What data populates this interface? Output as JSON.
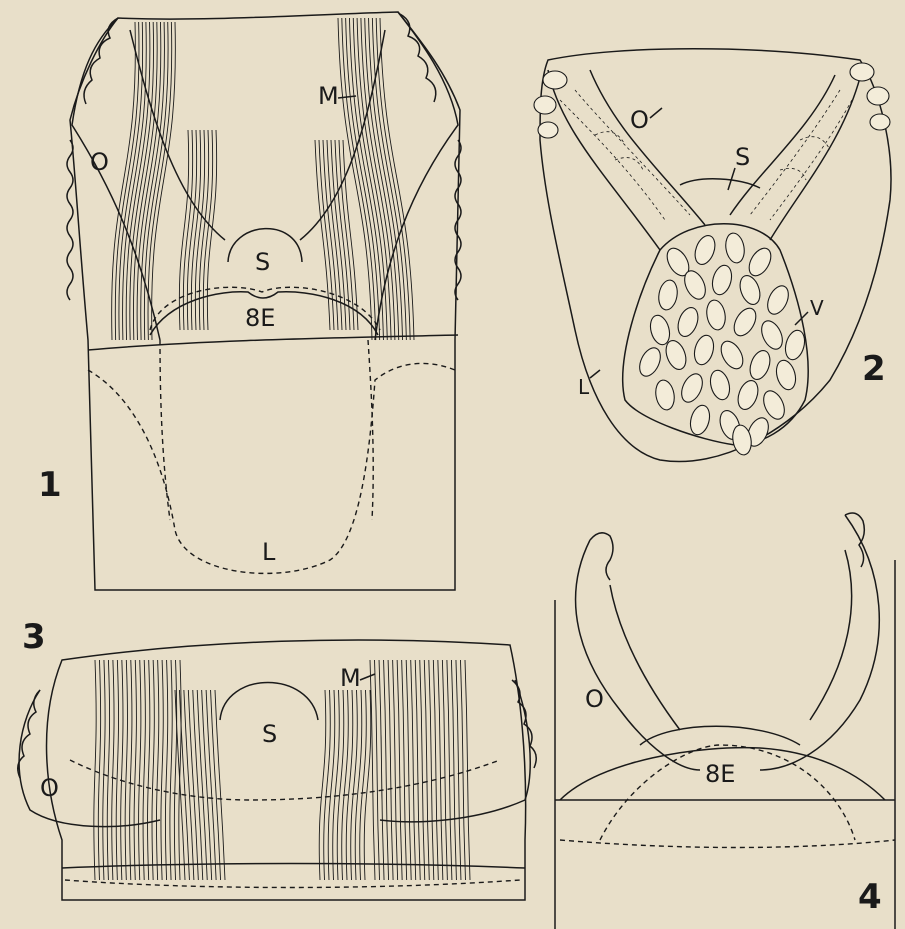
{
  "figures": [
    {
      "number": "1",
      "labels": {
        "m": "M",
        "o": "O",
        "s": "S",
        "e8": "8E",
        "l": "L"
      }
    },
    {
      "number": "2",
      "labels": {
        "o": "O",
        "s": "S",
        "v": "V",
        "l": "L"
      }
    },
    {
      "number": "3",
      "labels": {
        "m": "M",
        "s": "S",
        "o": "O"
      }
    },
    {
      "number": "4",
      "labels": {
        "o": "O",
        "e8": "8E"
      }
    }
  ],
  "colors": {
    "paper": "#e8dfc9",
    "ink": "#1a1a1a"
  }
}
